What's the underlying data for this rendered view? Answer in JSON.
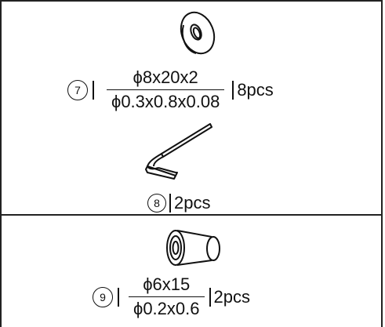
{
  "items": [
    {
      "number": "7",
      "numerator": "ϕ8x20x2",
      "denominator": "ϕ0.3x0.8x0.08",
      "quantity": "8pcs",
      "icon": "flat-washer-icon"
    },
    {
      "number": "8",
      "quantity": "2pcs",
      "icon": "hex-key-icon"
    },
    {
      "number": "9",
      "numerator": "ϕ6x15",
      "denominator": "ϕ0.2x0.6",
      "quantity": "2pcs",
      "icon": "barrel-nut-icon"
    }
  ],
  "colors": {
    "line": "#111111",
    "background": "#ffffff"
  }
}
